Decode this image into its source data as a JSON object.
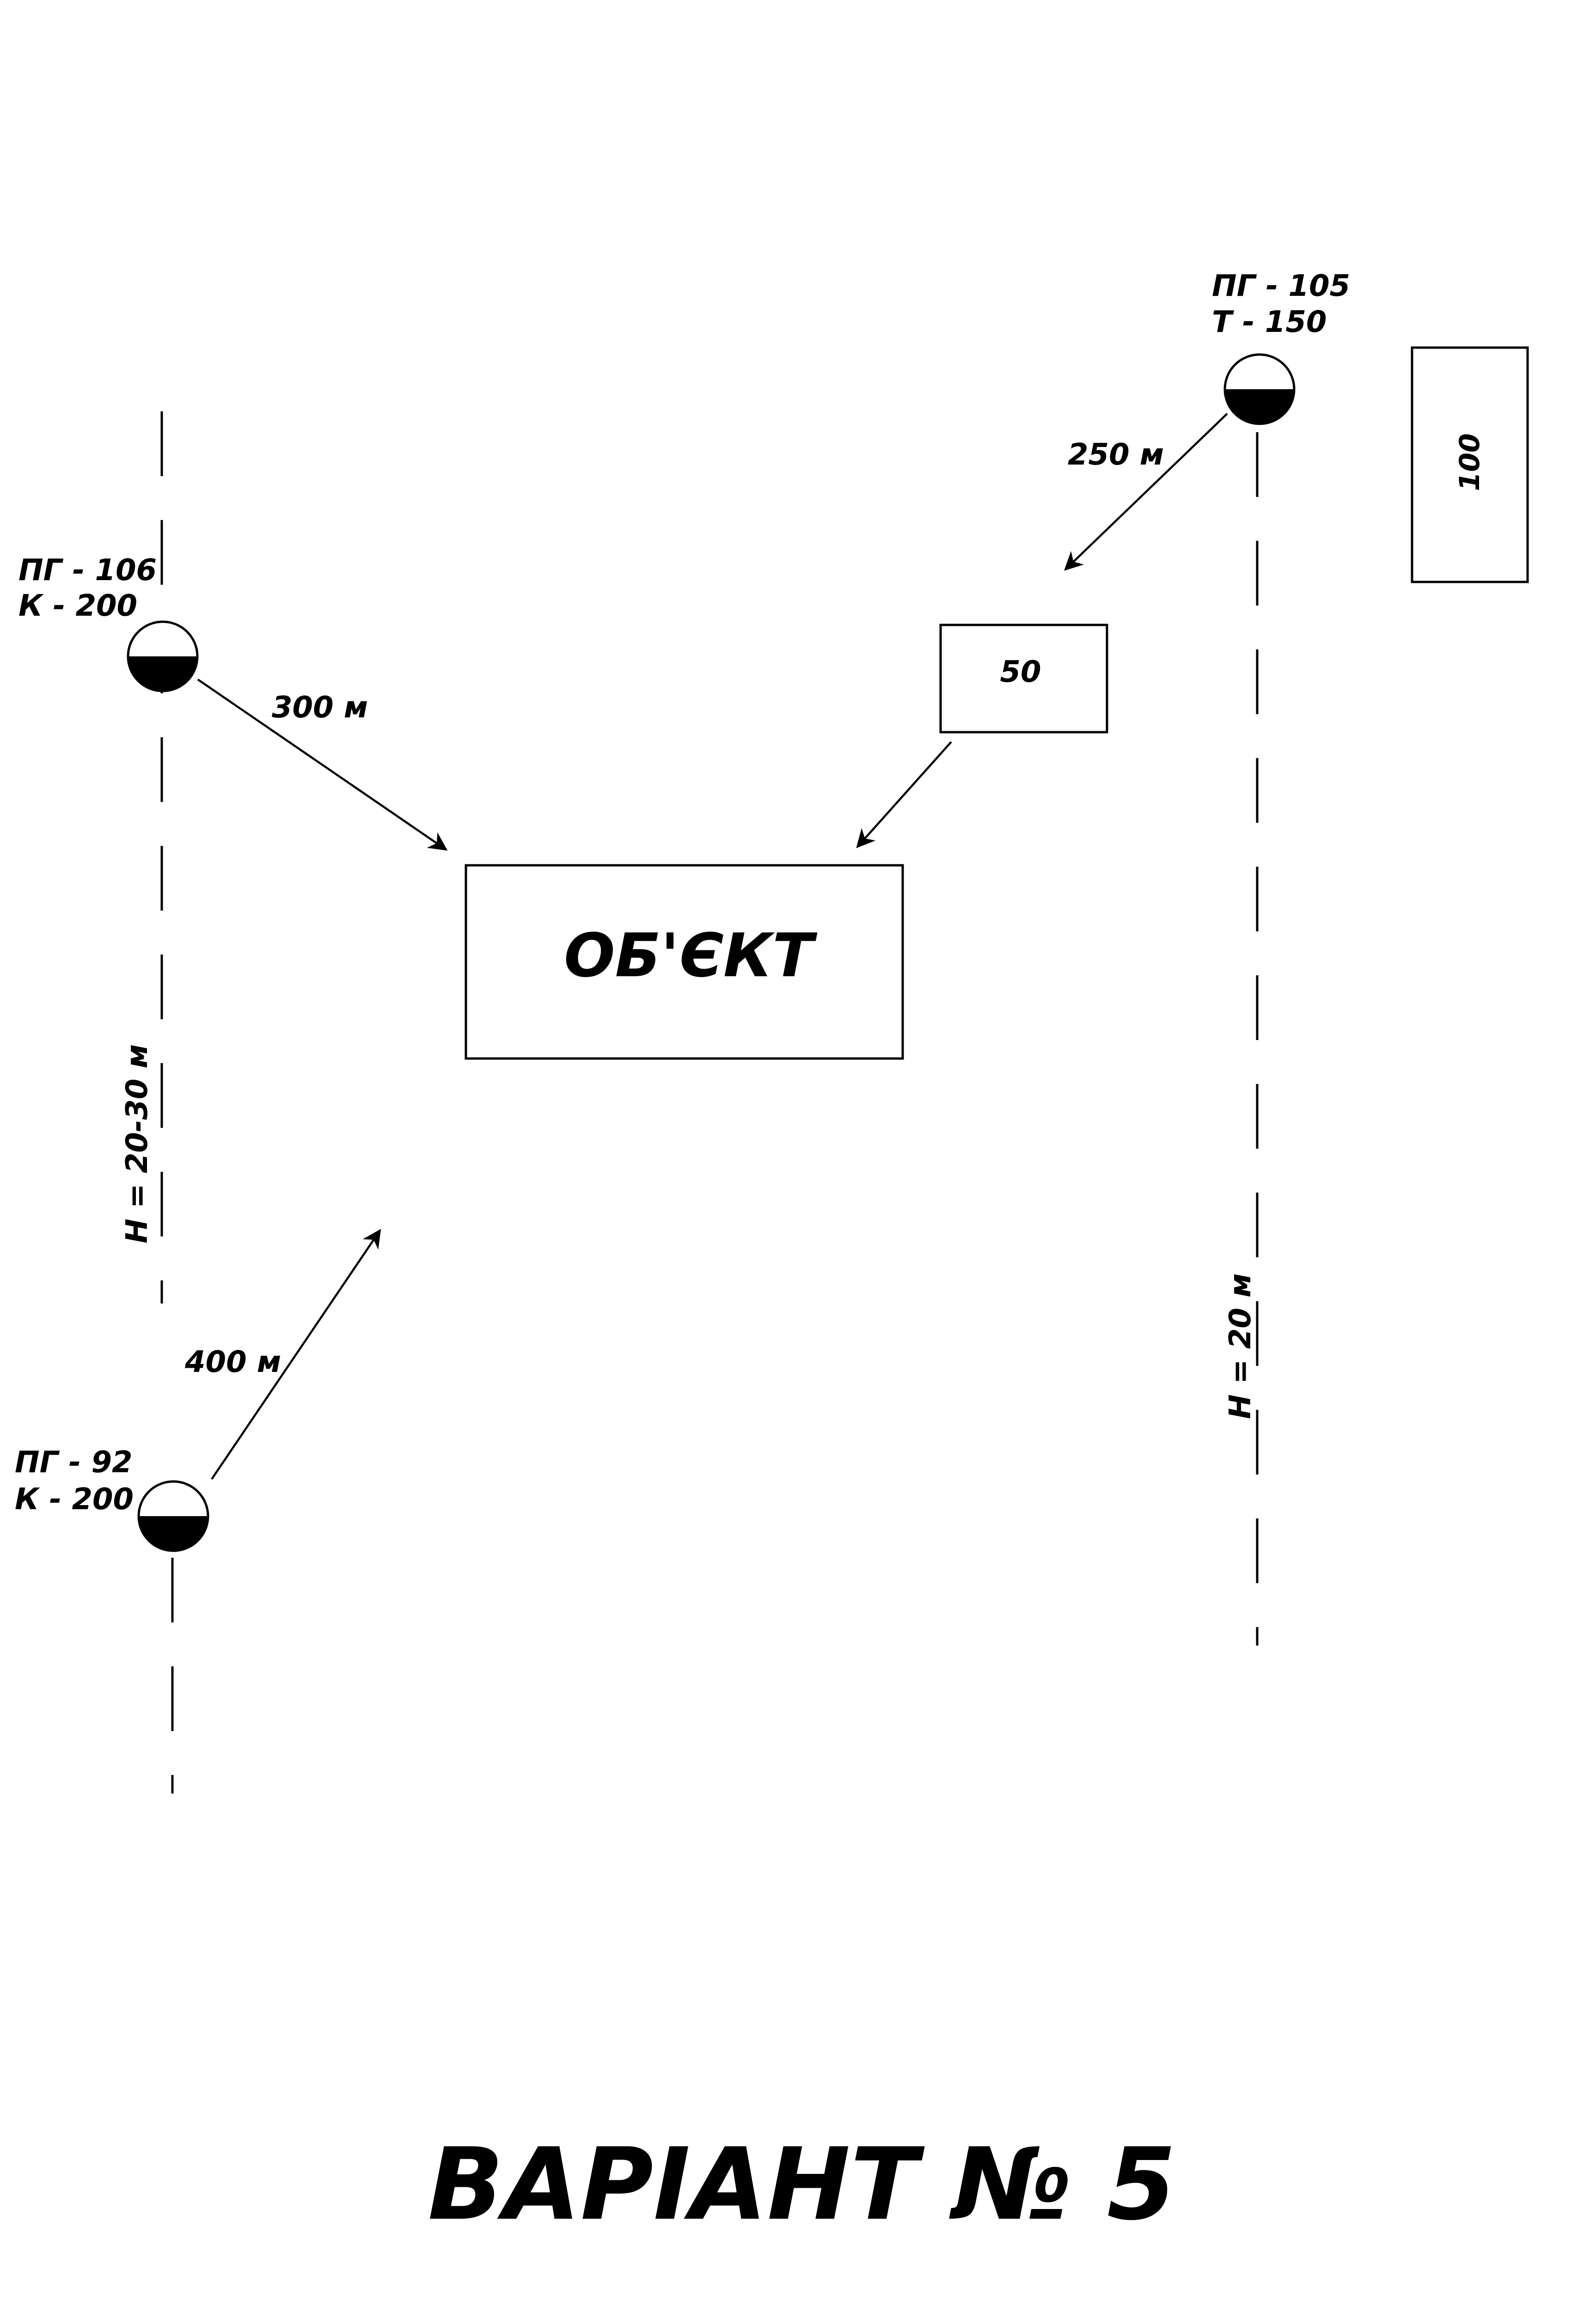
{
  "hydrants": [
    {
      "id": "pg106",
      "name": "ПГ - 106",
      "spec": "К - 200"
    },
    {
      "id": "pg105",
      "name": "ПГ - 105",
      "spec": "Т - 150"
    },
    {
      "id": "pg92",
      "name": "ПГ - 92",
      "spec": "К - 200"
    }
  ],
  "distances": {
    "pg106_to_object": "300 м",
    "pg105_to_tank50": "250 м",
    "pg92_to_object": "400 м"
  },
  "tanks": {
    "tank_50": "50",
    "tank_100": "100"
  },
  "object_label": "ОБ'ЄКТ",
  "water_lines": {
    "left_label": "H = 20-30 м",
    "right_label": "H = 20 м"
  },
  "variant_title": "ВАРІАНТ № 5",
  "colors": {
    "ink": "#000000",
    "paper": "#ffffff"
  }
}
